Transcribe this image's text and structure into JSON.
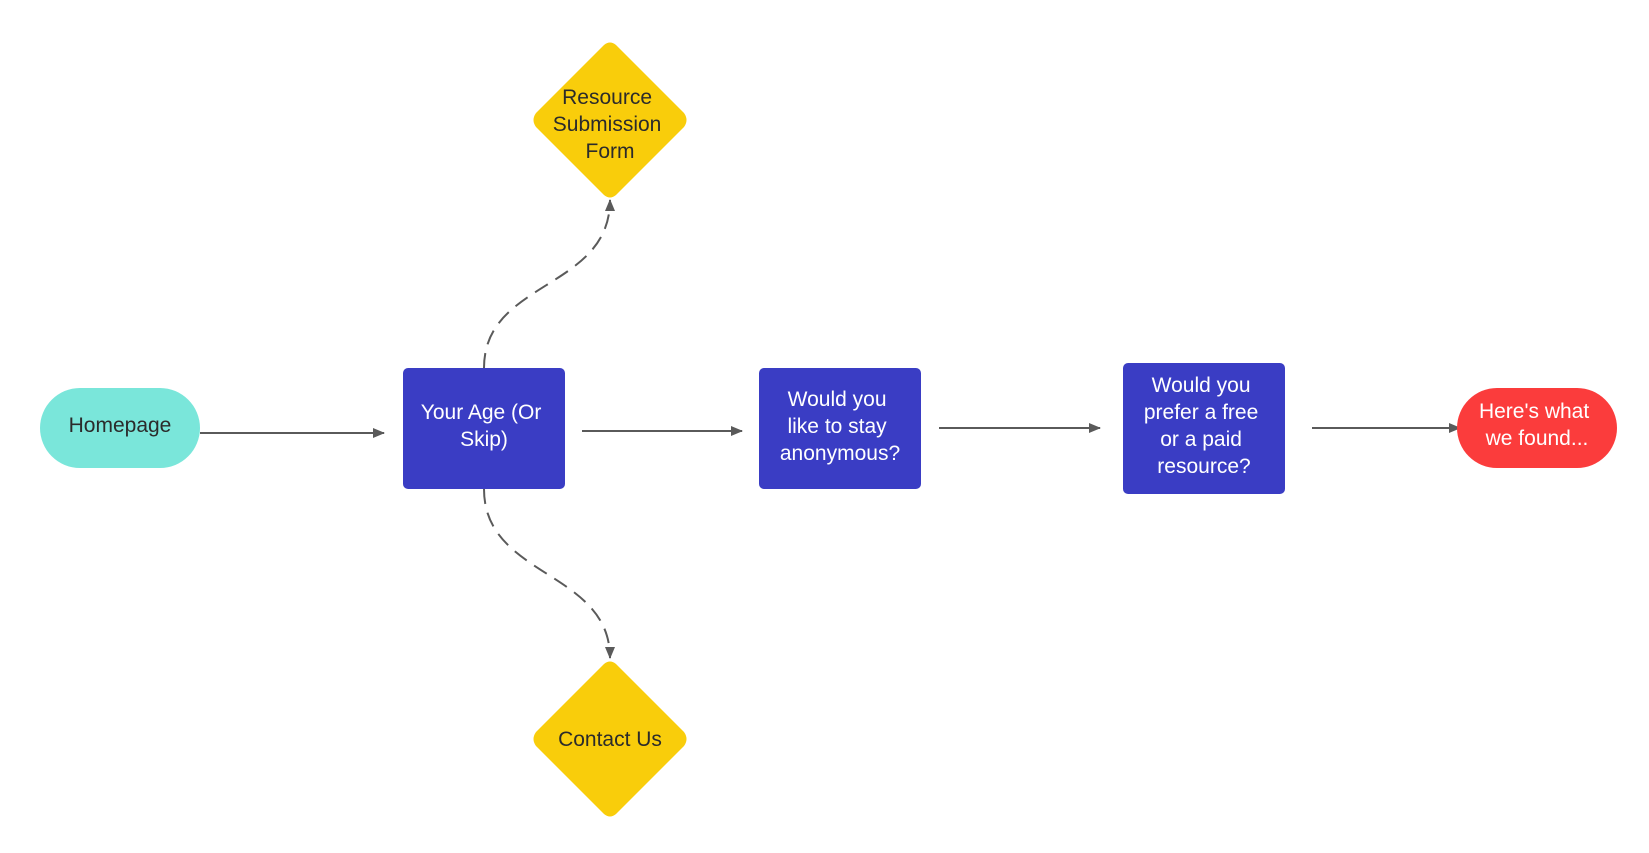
{
  "nodes": {
    "homepage": {
      "label": [
        "Homepage"
      ]
    },
    "your_age": {
      "label": [
        "Your Age (Or",
        "Skip)"
      ]
    },
    "anonymous": {
      "label": [
        "Would you",
        "like to stay",
        "anonymous?"
      ]
    },
    "free_or_paid": {
      "label": [
        "Would you",
        "prefer a free",
        "or a paid",
        "resource?"
      ]
    },
    "results": {
      "label": [
        "Here's what",
        "we found..."
      ]
    },
    "resource_form": {
      "label": [
        "Resource",
        "Submission",
        "Form"
      ]
    },
    "contact_us": {
      "label": [
        "Contact Us"
      ]
    }
  },
  "colors": {
    "terminal_start": "#7ae6da",
    "process": "#3a3dc4",
    "decision": "#f9cd0b",
    "terminal_end": "#fb3c3c",
    "connector": "#5a5a5a"
  }
}
